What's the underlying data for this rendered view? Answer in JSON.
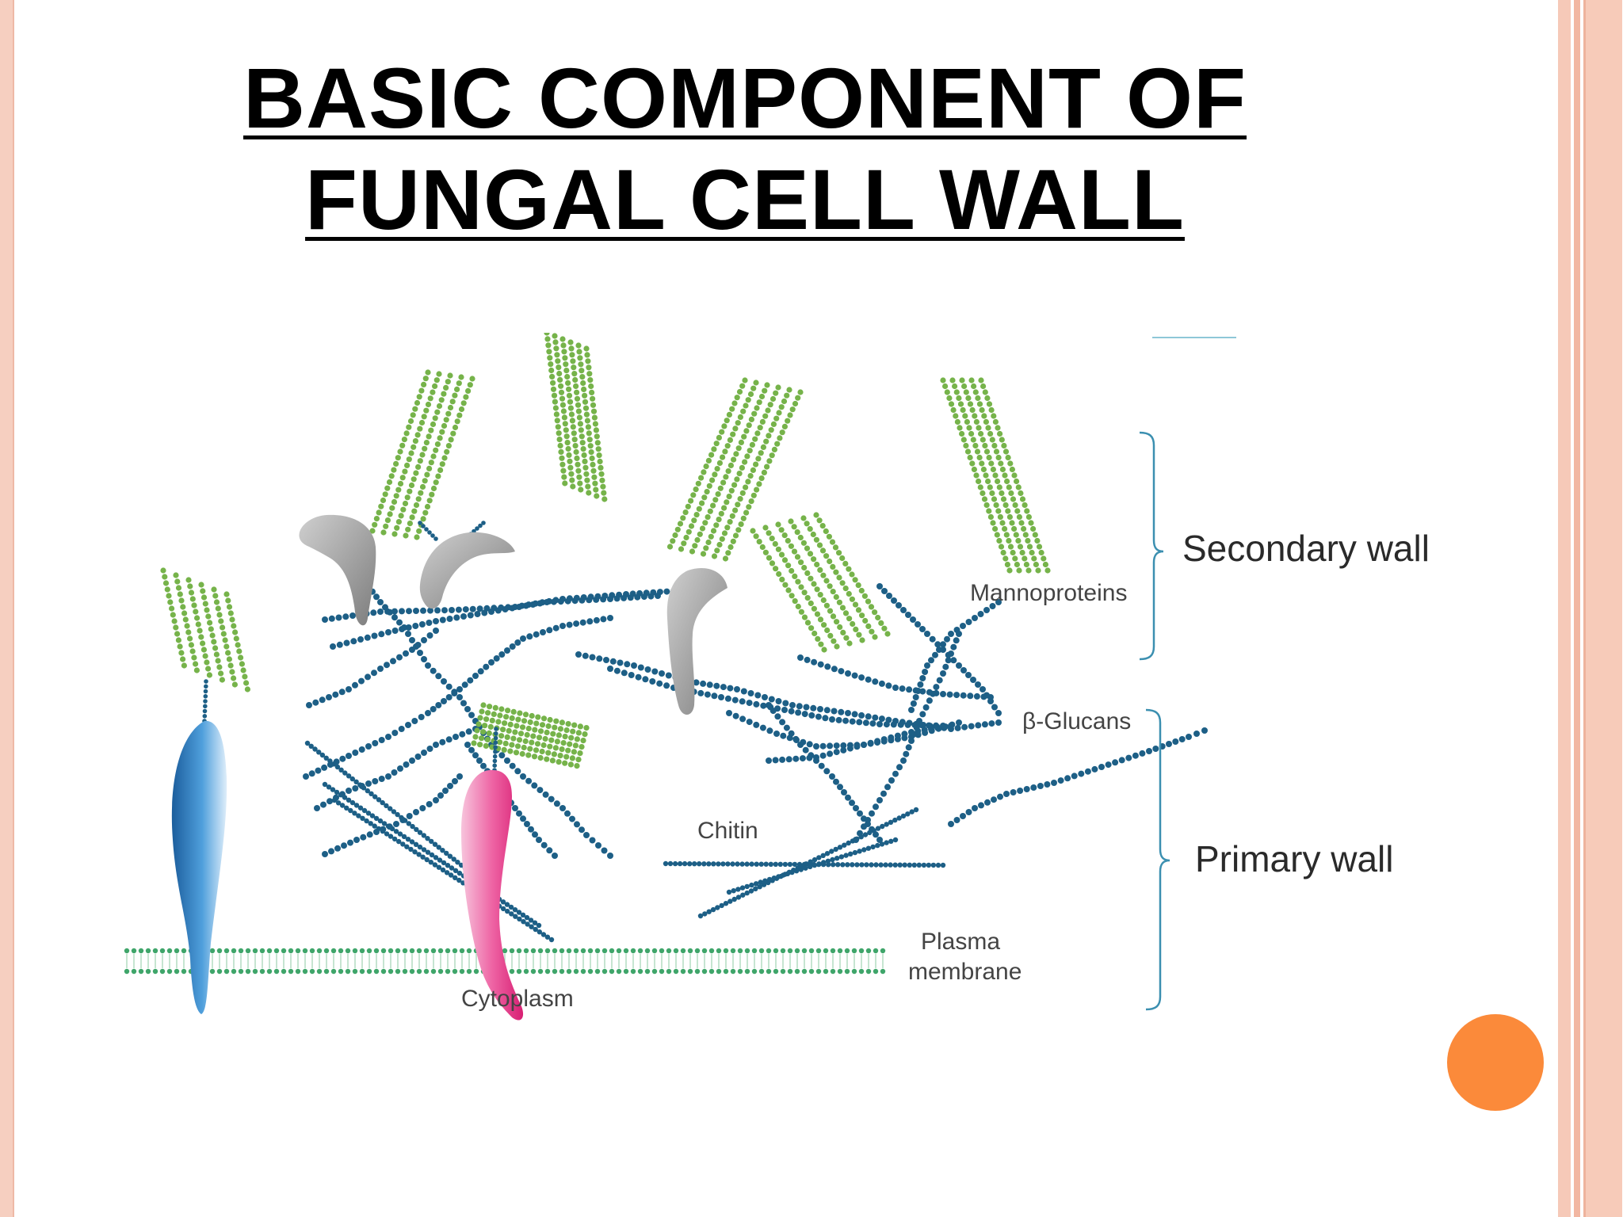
{
  "slide": {
    "title_line1": "BASIC COMPONENT OF",
    "title_line2": "FUNGAL CELL WALL"
  },
  "diagram": {
    "labels": {
      "secondary_wall": "Secondary wall",
      "primary_wall": "Primary wall",
      "mannoproteins": "Mannoproteins",
      "beta_glucans": "β-Glucans",
      "chitin": "Chitin",
      "plasma_membrane_line1": "Plasma",
      "plasma_membrane_line2": "membrane",
      "cytoplasm": "Cytoplasm"
    }
  },
  "colors": {
    "glucan_blue": "#1d5f86",
    "mannan_green": "#76b34a",
    "membrane_green": "#3fa56a",
    "protein_grey": "#9a9a9a",
    "protein_blue": "#2e7fc0",
    "protein_pink": "#e8408a",
    "accent_orange": "#fb8a3a",
    "frame_peach": "#f6cfc0",
    "bracket_teal": "#3b8fb0"
  }
}
